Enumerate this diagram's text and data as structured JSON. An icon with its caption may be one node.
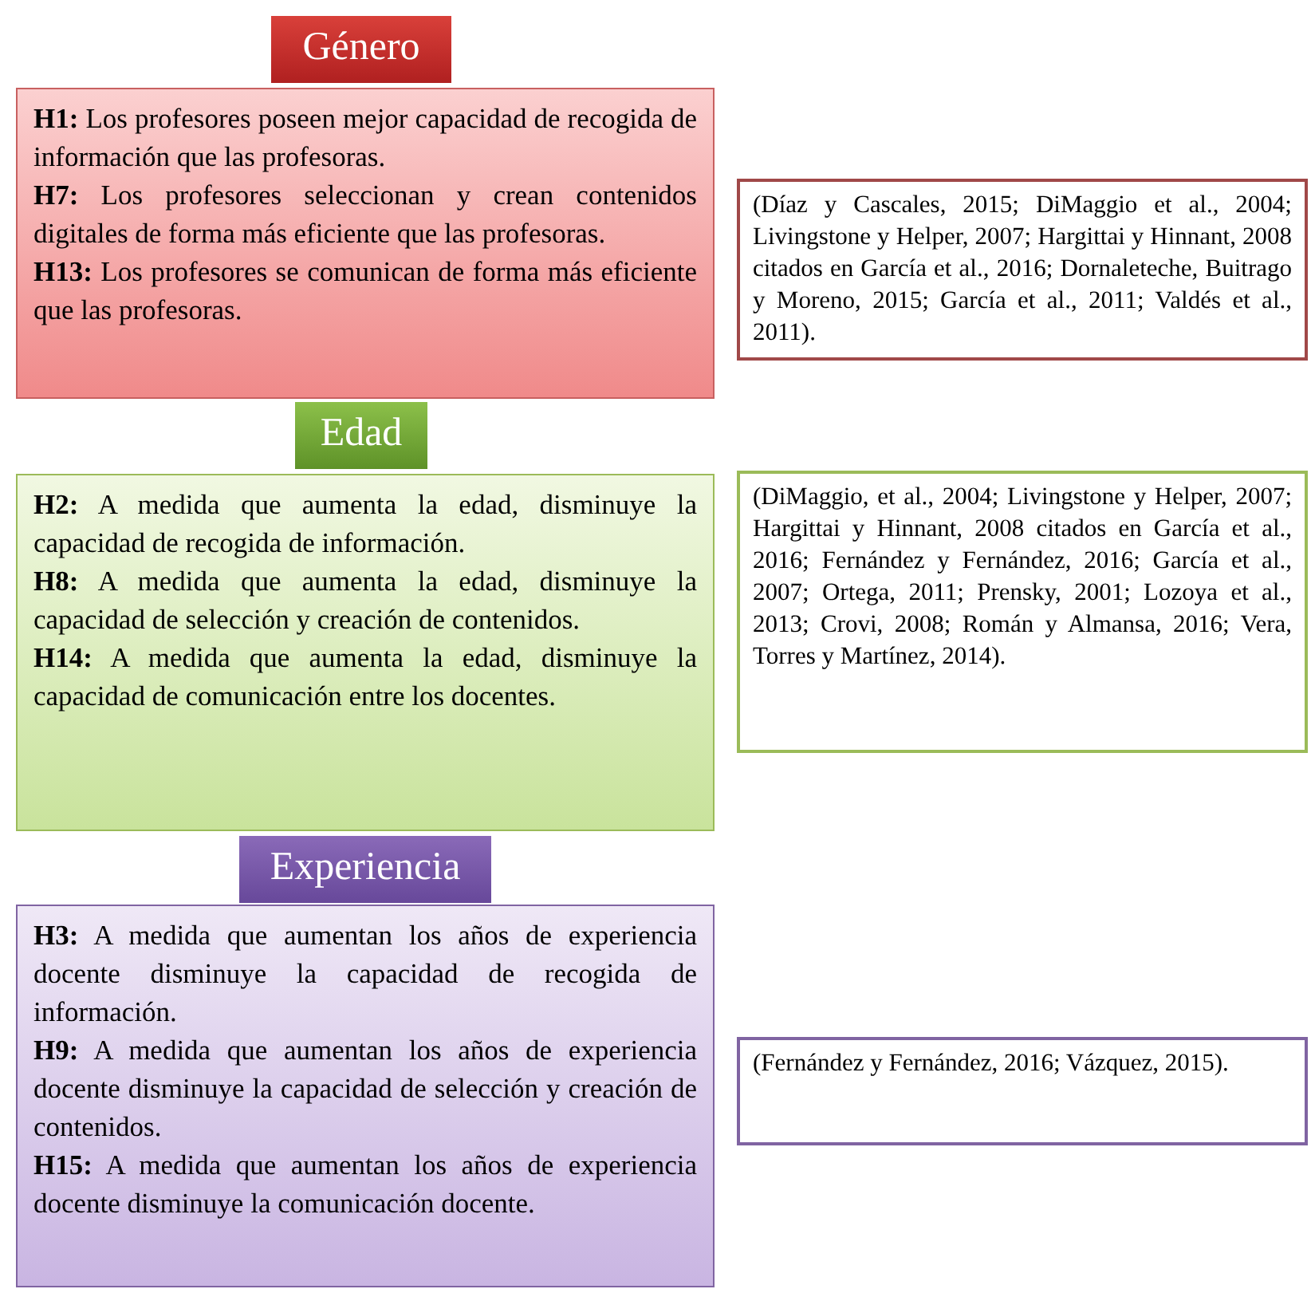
{
  "diagram": {
    "nodes": [
      {
        "text": [
          "Género"
        ]
      },
      {
        "text": [
          "**H1:** Los profesores poseen mejor capacidad de recogida de información que las profesoras.",
          "**H7:** Los profesores seleccionan y crean contenidos digitales de forma más eficiente que las profesoras.",
          "**H13:** Los profesores se comunican de forma más eficiente que las profesoras."
        ]
      },
      {
        "text": [
          "(Díaz y Cascales, 2015; DiMaggio et al., 2004; Livingstone y Helper, 2007; Hargittai y Hinnant, 2008 citados en García et al., 2016; Dornaleteche, Buitrago y Moreno, 2015; García et al., 2011; Valdés et al., 2011)."
        ]
      },
      {
        "text": [
          "Edad"
        ]
      },
      {
        "text": [
          "**H2:** A medida que aumenta la edad, disminuye la capacidad de recogida de información.",
          "**H8:** A medida que aumenta la edad, disminuye la capacidad de selección y creación de contenidos.",
          "**H14:** A medida que aumenta la edad, disminuye la capacidad de comunicación entre los docentes."
        ]
      },
      {
        "text": [
          "(DiMaggio, et al., 2004; Livingstone y Helper, 2007; Hargittai y Hinnant, 2008 citados en García et al., 2016; Fernández y Fernández, 2016; García et al., 2007; Ortega, 2011; Prensky, 2001; Lozoya et al., 2013; Crovi, 2008; Román y Almansa, 2016; Vera, Torres y Martínez, 2014)."
        ]
      },
      {
        "text": [
          "Experiencia"
        ]
      },
      {
        "text": [
          "**H3:** A medida que aumentan los años de experiencia docente disminuye la capacidad de recogida de información.",
          "**H9:** A medida que aumentan los años de experiencia docente disminuye la capacidad de selección y creación de contenidos.",
          "**H15:** A medida que aumentan los años de experiencia docente disminuye la comunicación docente."
        ]
      },
      {
        "text": [
          "(Fernández y Fernández, 2016; Vázquez, 2015)."
        ]
      }
    ]
  }
}
